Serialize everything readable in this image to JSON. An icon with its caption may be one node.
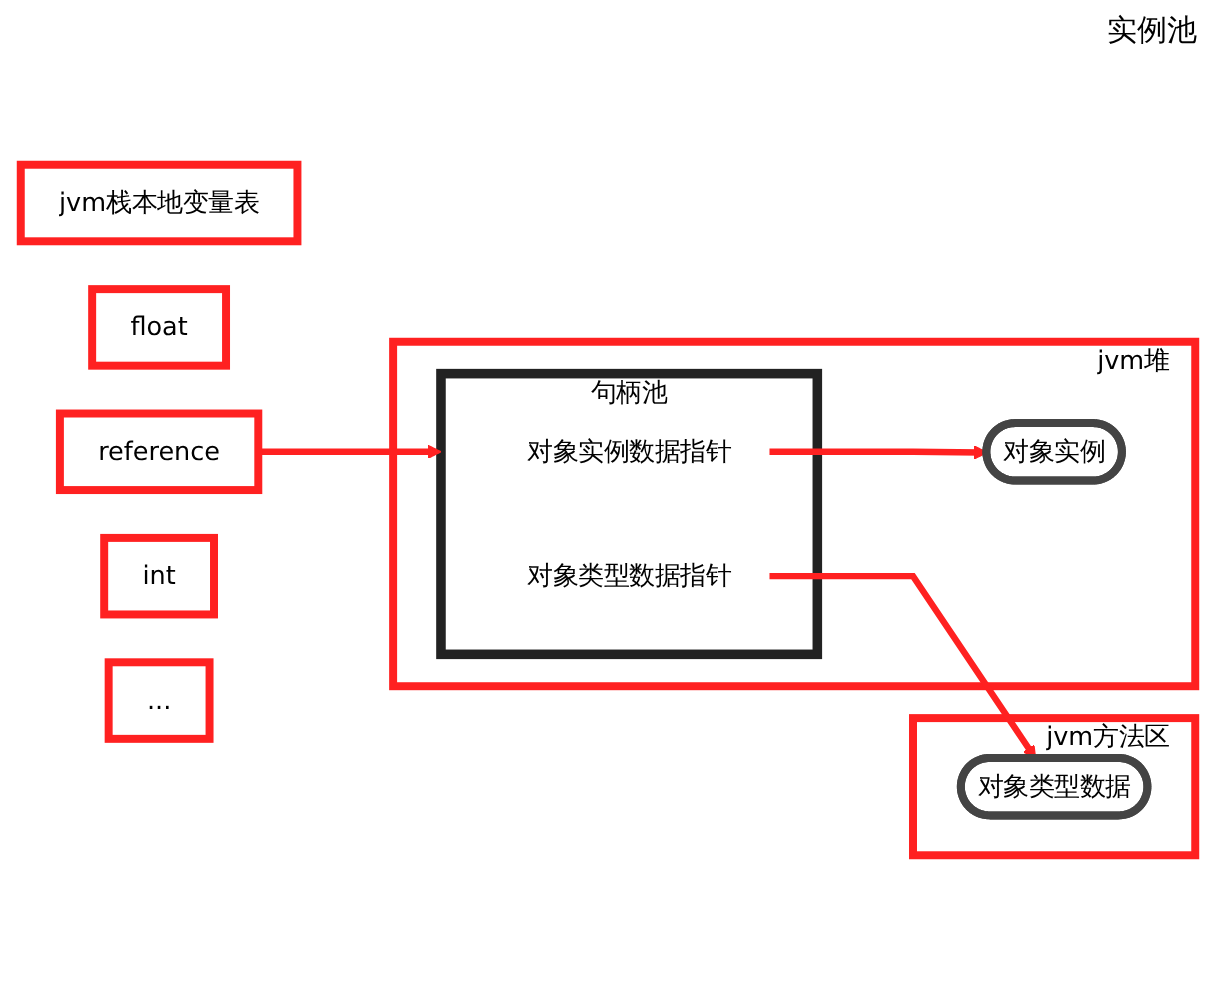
{
  "diagram": {
    "nodes": [
      {
        "text": [
          "jvm栈本地变量表"
        ]
      },
      {
        "text": [
          "float"
        ]
      },
      {
        "text": [
          "reference"
        ]
      },
      {
        "text": [
          "int"
        ]
      },
      {
        "text": [
          "..."
        ]
      },
      {
        "text": [
          "jvm堆"
        ]
      },
      {
        "text": [
          "句柄池"
        ],
        "in": 5
      },
      {
        "text": [
          "对象实例数据指针"
        ],
        "in": 6
      },
      {
        "text": [
          "对象类型数据指针"
        ],
        "in": 6
      },
      {
        "text": [
          "对象实例"
        ],
        "in": 5
      },
      {
        "text": [
          "jvm方法区"
        ]
      },
      {
        "text": [
          "对象类型数据"
        ],
        "in": 10
      }
    ],
    "edges": [
      {
        "from": 2,
        "to": 6,
        "arrow": "to"
      },
      {
        "from": 7,
        "to": 9,
        "arrow": "to"
      },
      {
        "from": 8,
        "to": 11,
        "arrow": "to"
      }
    ],
    "labels": [
      "实例池"
    ]
  }
}
